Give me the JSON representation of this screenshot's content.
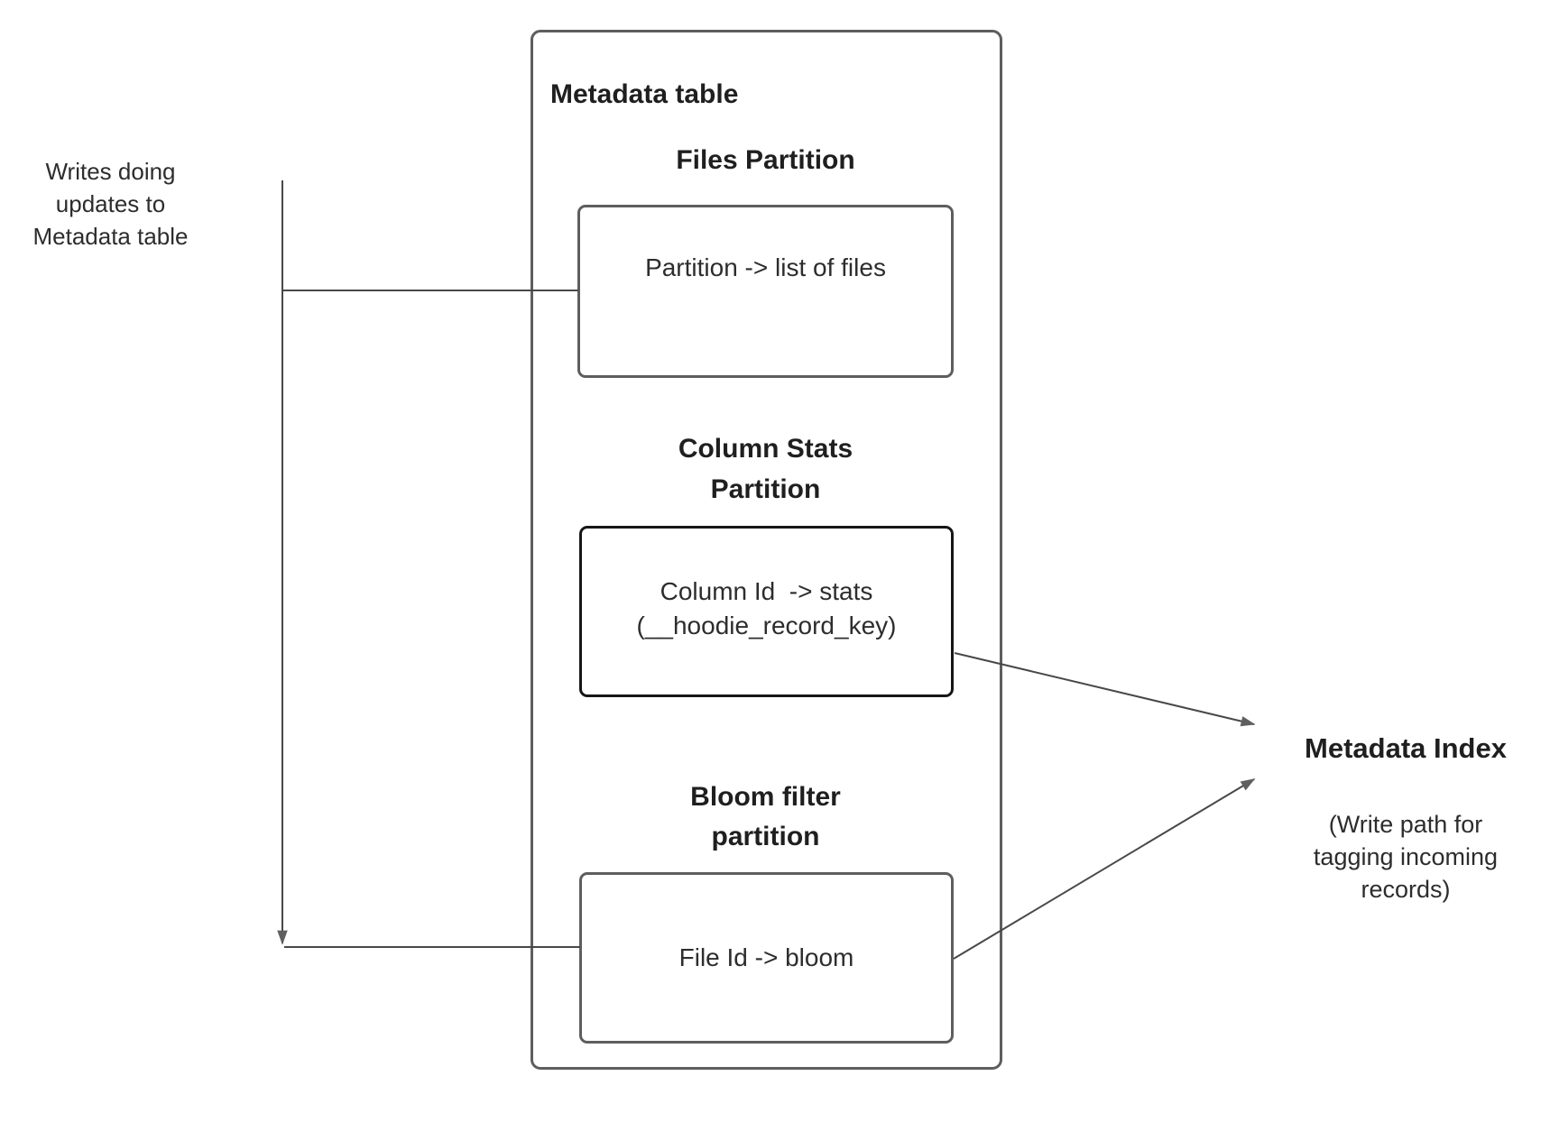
{
  "colors": {
    "bg": "#ffffff",
    "box_border": "#5e5e5e",
    "emphasis_border": "#161616",
    "line_color": "#484848",
    "arrow_fill": "#5f5f5f",
    "text_color": "#1f1f1f",
    "body_text": "#2d2d2d"
  },
  "left_note": {
    "lines": [
      "Writes doing",
      "updates to",
      "Metadata table"
    ]
  },
  "metadata_table": {
    "title": "Metadata table",
    "partitions": [
      {
        "id": "files",
        "heading_lines": [
          "Files Partition"
        ],
        "body_lines": [
          "Partition -> list of files"
        ]
      },
      {
        "id": "column-stats",
        "heading_lines": [
          "Column Stats",
          "Partition"
        ],
        "body_lines": [
          "Column Id  -> stats",
          "(__hoodie_record_key)"
        ],
        "emphasized_border": true
      },
      {
        "id": "bloom-filter",
        "heading_lines": [
          "Bloom filter",
          "partition"
        ],
        "body_lines": [
          "File Id -> bloom"
        ]
      }
    ]
  },
  "metadata_index": {
    "title": "Metadata Index",
    "note_lines": [
      "(Write path for",
      "tagging incoming",
      "records)"
    ]
  }
}
